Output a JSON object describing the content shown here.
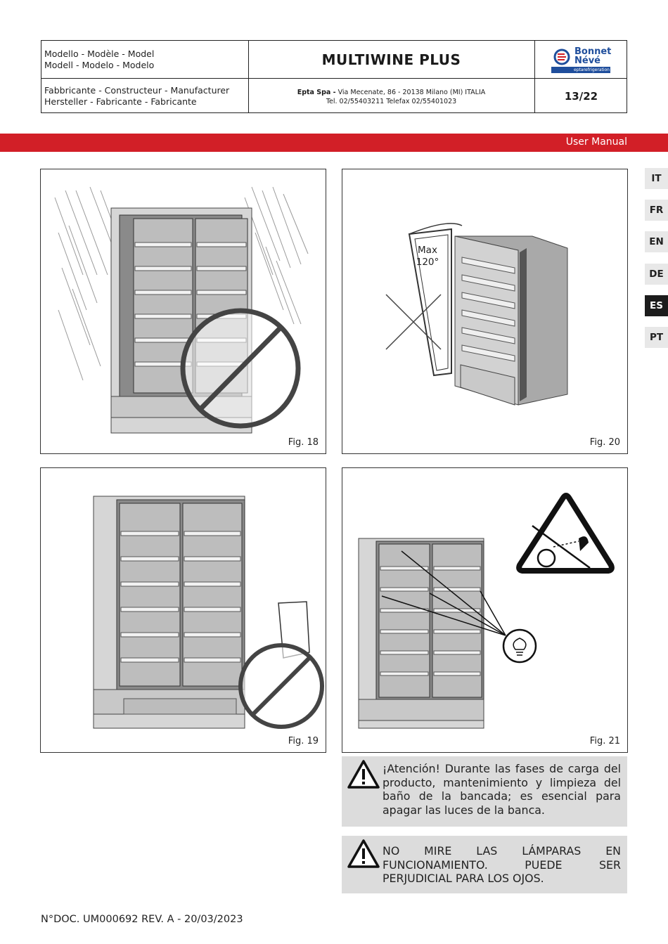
{
  "header": {
    "model_label_1": "Modello - Modèle - Model",
    "model_label_2": "Modell - Modelo - Modelo",
    "model_name": "MULTIWINE PLUS",
    "manufacturer_label_1": "Fabbricante - Constructeur - Manufacturer",
    "manufacturer_label_2": "Hersteller - Fabricante - Fabricante",
    "company_name": "Epta Spa -",
    "company_address": " Via Mecenate, 86 - 20138 Milano (MI) ITALIA",
    "company_phone": "Tel. 02/55403211 Telefax 02/55401023",
    "page_number": "13/22",
    "logo_line1": "Bonnet",
    "logo_line2": "Névé",
    "logo_sub": "eptarefrigeration"
  },
  "band": {
    "title": "User Manual"
  },
  "languages": [
    {
      "code": "IT",
      "active": false
    },
    {
      "code": "FR",
      "active": false
    },
    {
      "code": "EN",
      "active": false
    },
    {
      "code": "DE",
      "active": false
    },
    {
      "code": "ES",
      "active": true
    },
    {
      "code": "PT",
      "active": false
    }
  ],
  "figures": {
    "fig18": "Fig. 18",
    "fig20": "Fig. 20",
    "fig20_max": "Max",
    "fig20_angle": "120°",
    "fig19": "Fig. 19",
    "fig21": "Fig. 21"
  },
  "warnings": [
    "¡Atención! Durante las fases de carga del producto, mantenimiento y limpieza del baño de la bancada; es esencial para apagar las luces de la banca.",
    "NO MIRE LAS LÁMPARAS EN FUNCIONAMIENTO. PUEDE SER PERJUDICIAL PARA LOS OJOS."
  ],
  "footer": {
    "doc": "N°DOC. UM000692 REV. A - 20/03/2023"
  },
  "colors": {
    "accent": "#d21f27",
    "logo_blue": "#1f4e9c",
    "panel_gray": "#dcdcdc"
  }
}
